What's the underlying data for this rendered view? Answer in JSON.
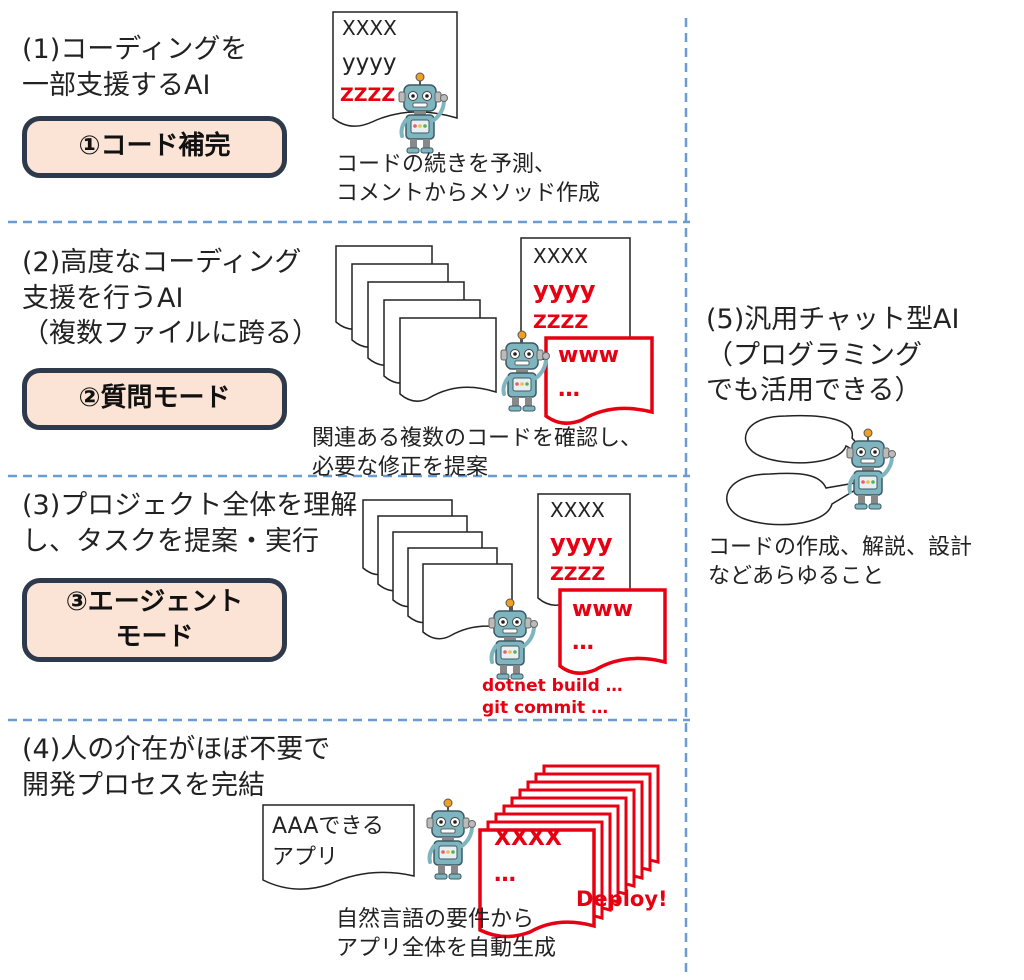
{
  "sections": [
    {
      "heading": "(1)コーディングを\n一部支援するAI",
      "mode_label": "①コード補完",
      "doc_lines": [
        "XXXX",
        "yyyy",
        "ZZZZ"
      ],
      "caption": "コードの続きを予測、\nコメントからメソッド作成"
    },
    {
      "heading": "(2)高度なコーディング\n支援を行うAI\n（複数ファイルに跨る）",
      "mode_label": "②質問モード",
      "doc_lines": [
        "XXXX",
        "yyyy",
        "ZZZZ"
      ],
      "red_doc_lines": [
        "www",
        "…"
      ],
      "caption": "関連ある複数のコードを確認し、\n必要な修正を提案"
    },
    {
      "heading": "(3)プロジェクト全体を理解\nし、タスクを提案・実行",
      "mode_label": "③エージェント\nモード",
      "doc_lines": [
        "XXXX",
        "yyyy",
        "ZZZZ"
      ],
      "red_doc_lines": [
        "www",
        "…"
      ],
      "commands": [
        "dotnet build …",
        "git commit …"
      ]
    },
    {
      "heading": "(4)人の介在がほぼ不要で\n開発プロセスを完結",
      "spec_doc": "AAAできる\nアプリ",
      "red_doc_lines": [
        "XXXX",
        "…"
      ],
      "deploy_label": "Deploy!",
      "caption": "自然言語の要件から\nアプリ全体を自動生成"
    }
  ],
  "chat": {
    "heading": "(5)汎用チャット型AI\n（プログラミング\nでも活用できる）",
    "caption": "コードの作成、解説、設計\nなどあらゆること"
  },
  "colors": {
    "divider": "#6a9bd1",
    "accent_red": "#e60012",
    "mode_fill": "#fbe4d5",
    "mode_border": "#2e3a4b",
    "robot_body": "#7fb5bf",
    "robot_antenna": "#f0a020"
  },
  "icons": [
    "robot-icon",
    "document-icon",
    "speech-bubble-icon"
  ]
}
